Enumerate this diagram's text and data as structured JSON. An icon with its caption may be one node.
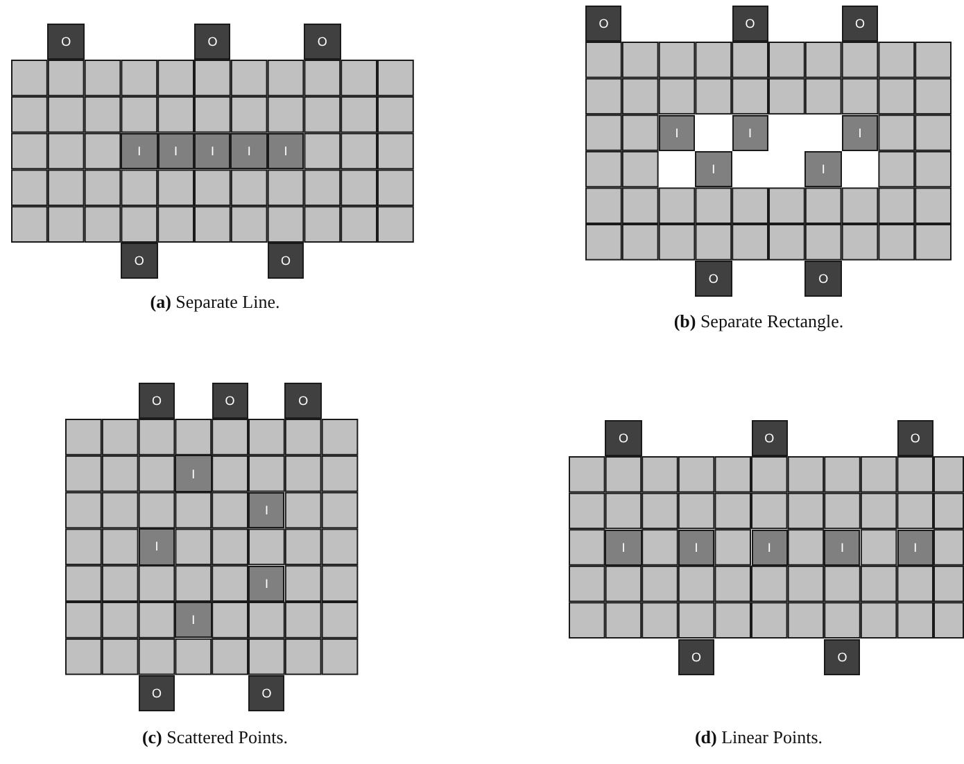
{
  "diagram": {
    "nodes": [
      {
        "text": [
          "O"
        ]
      },
      {
        "text": [
          "O"
        ]
      },
      {
        "text": [
          "O"
        ]
      },
      {
        "text": [
          "I"
        ]
      },
      {
        "text": [
          "I"
        ]
      },
      {
        "text": [
          "I"
        ]
      },
      {
        "text": [
          "I"
        ]
      },
      {
        "text": [
          "I"
        ]
      },
      {
        "text": [
          "O"
        ]
      },
      {
        "text": [
          "O"
        ]
      },
      {
        "text": [
          "O"
        ]
      },
      {
        "text": [
          "O"
        ]
      },
      {
        "text": [
          "O"
        ]
      },
      {
        "text": [
          "I"
        ]
      },
      {
        "text": [
          "I"
        ]
      },
      {
        "text": [
          "I"
        ]
      },
      {
        "text": [
          "I"
        ]
      },
      {
        "text": [
          "I"
        ]
      },
      {
        "text": [
          "O"
        ]
      },
      {
        "text": [
          "O"
        ]
      },
      {
        "text": [
          "O"
        ]
      },
      {
        "text": [
          "O"
        ]
      },
      {
        "text": [
          "O"
        ]
      },
      {
        "text": [
          "I"
        ]
      },
      {
        "text": [
          "I"
        ]
      },
      {
        "text": [
          "I"
        ]
      },
      {
        "text": [
          "I"
        ]
      },
      {
        "text": [
          "I"
        ]
      },
      {
        "text": [
          "O"
        ]
      },
      {
        "text": [
          "O"
        ]
      },
      {
        "text": [
          "O"
        ]
      },
      {
        "text": [
          "O"
        ]
      },
      {
        "text": [
          "O"
        ]
      },
      {
        "text": [
          "I"
        ]
      },
      {
        "text": [
          "I"
        ]
      },
      {
        "text": [
          "I"
        ]
      },
      {
        "text": [
          "I"
        ]
      },
      {
        "text": [
          "I"
        ]
      },
      {
        "text": [
          "O"
        ]
      },
      {
        "text": [
          "O"
        ]
      }
    ],
    "labels": [
      "**(a)** Separate Line.",
      "**(b)** Separate Rectangle.",
      "**(c)** Scattered Points.",
      "**(d)** Linear Points."
    ]
  }
}
